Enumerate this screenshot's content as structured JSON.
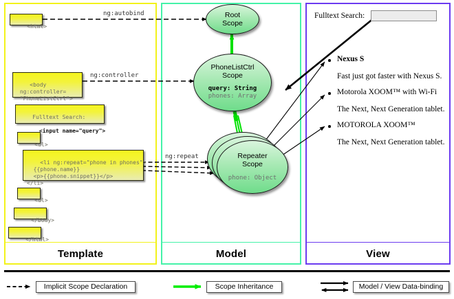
{
  "columns": [
    {
      "key": "template",
      "label": "Template",
      "accent": "#f2f21a"
    },
    {
      "key": "model",
      "label": "Model",
      "accent": "#44f2a8"
    },
    {
      "key": "view",
      "label": "View",
      "accent": "#6b3bf0"
    }
  ],
  "template": {
    "boxes": [
      {
        "name": "html-open-box",
        "plain": "<html>",
        "bold": ""
      },
      {
        "name": "body-controller-box",
        "plain": "<body\n ng:controller=\n \"PhoneListCtrl\">",
        "bold": ""
      },
      {
        "name": "fulltext-search-box",
        "plain": "Fulltext Search:",
        "bold": "  <input name=\"query\">"
      },
      {
        "name": "ul-open-box",
        "plain": "<ul>",
        "bold": ""
      },
      {
        "name": "li-repeat-box",
        "plain": "<li ng:repeat=\"phone in phones\">\n  {{phone.name}}\n  <p>{{phone.snippet}}</p>\n</li>",
        "bold": ""
      },
      {
        "name": "ul-close-box",
        "plain": "<ul>",
        "bold": ""
      },
      {
        "name": "body-close-box",
        "plain": "</body>",
        "bold": ""
      },
      {
        "name": "html-close-box",
        "plain": "</html>",
        "bold": ""
      }
    ]
  },
  "model": {
    "scopes": [
      {
        "name": "root-scope",
        "title_line1": "Root",
        "title_line2": "Scope",
        "fields": []
      },
      {
        "name": "phonelistctrl-scope",
        "title_line1": "PhoneListCtrl",
        "title_line2": "Scope",
        "fields": [
          {
            "text": "query: String",
            "bold": true
          },
          {
            "text": "phones: Array",
            "bold": false
          }
        ]
      },
      {
        "name": "repeater-scope",
        "title_line1": "Repeater",
        "title_line2": "Scope",
        "fields": [
          {
            "text": "phone: Object",
            "bold": false
          }
        ]
      }
    ]
  },
  "view": {
    "search_label": "Fulltext Search:",
    "search_value": "",
    "items": [
      {
        "name": "Nexus S",
        "snippet": "Fast just got faster with Nexus S."
      },
      {
        "name": "Motorola XOOM™  with Wi-Fi",
        "snippet": "The Next, Next Generation tablet."
      },
      {
        "name": "MOTOROLA XOOM™",
        "snippet": "The Next, Next Generation tablet."
      }
    ]
  },
  "connector_labels": {
    "autobind": "ng:autobind",
    "controller": "ng:controller",
    "repeat": "ng:repeat"
  },
  "legend": [
    {
      "key": "implicit",
      "label": "Implicit Scope Declaration",
      "style": "dashed",
      "color": "#000000"
    },
    {
      "key": "inheritance",
      "label": "Scope Inheritance",
      "style": "solid",
      "color": "#00ee00"
    },
    {
      "key": "databinding",
      "label": "Model / View Data-binding",
      "style": "double",
      "color": "#000000"
    }
  ]
}
